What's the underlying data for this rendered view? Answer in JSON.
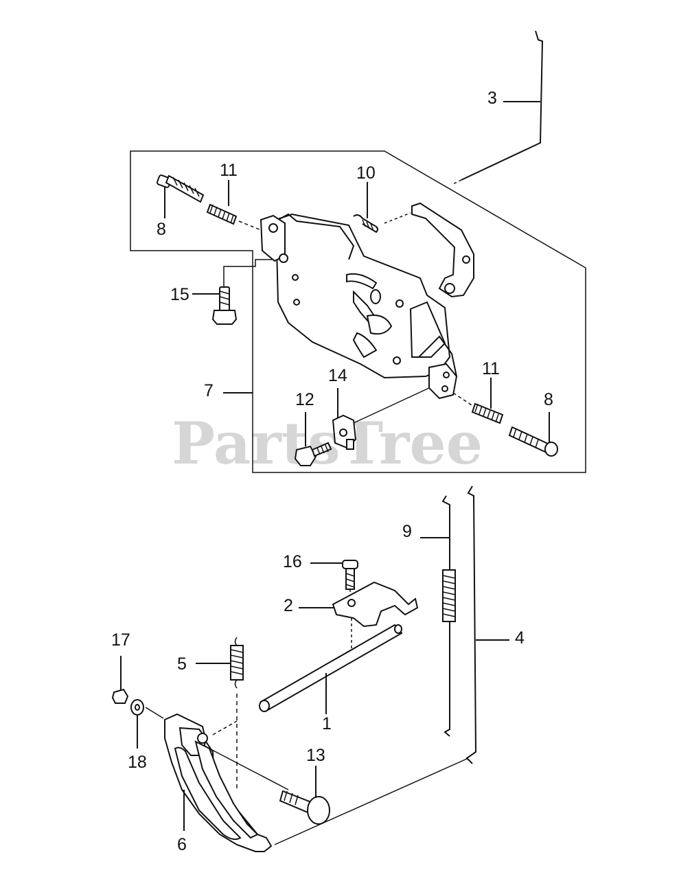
{
  "watermark": "PartsTree",
  "callouts": [
    {
      "id": "c1",
      "text": "1"
    },
    {
      "id": "c2",
      "text": "2"
    },
    {
      "id": "c3",
      "text": "3"
    },
    {
      "id": "c4",
      "text": "4"
    },
    {
      "id": "c5",
      "text": "5"
    },
    {
      "id": "c6",
      "text": "6"
    },
    {
      "id": "c7",
      "text": "7"
    },
    {
      "id": "c8a",
      "text": "8"
    },
    {
      "id": "c8b",
      "text": "8"
    },
    {
      "id": "c9",
      "text": "9"
    },
    {
      "id": "c10",
      "text": "10"
    },
    {
      "id": "c11a",
      "text": "11"
    },
    {
      "id": "c11b",
      "text": "11"
    },
    {
      "id": "c12",
      "text": "12"
    },
    {
      "id": "c13",
      "text": "13"
    },
    {
      "id": "c14",
      "text": "14"
    },
    {
      "id": "c15",
      "text": "15"
    },
    {
      "id": "c16",
      "text": "16"
    },
    {
      "id": "c17",
      "text": "17"
    },
    {
      "id": "c18",
      "text": "18"
    }
  ]
}
